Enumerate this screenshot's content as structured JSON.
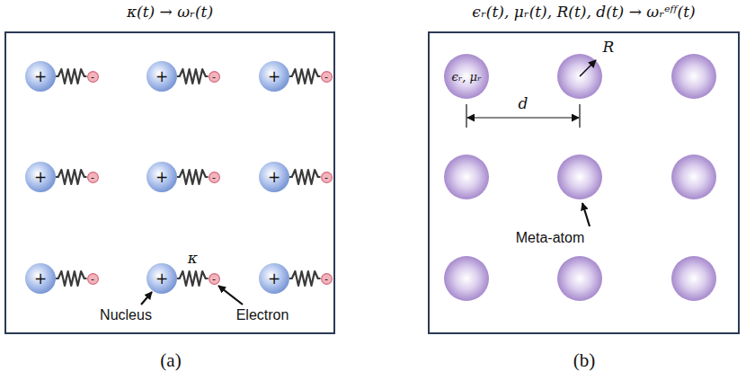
{
  "diagram": {
    "nodes": [
      {
        "text": [
          "κ(t) → ωᵣ(t)"
        ]
      },
      {
        "text": [
          "+"
        ],
        "in": 0
      },
      {
        "text": [
          "-"
        ],
        "in": 0
      },
      {
        "text": [
          "+"
        ],
        "in": 0
      },
      {
        "text": [
          "-"
        ],
        "in": 0
      },
      {
        "text": [
          "+"
        ],
        "in": 0
      },
      {
        "text": [
          "-"
        ],
        "in": 0
      },
      {
        "text": [
          "+"
        ],
        "in": 0
      },
      {
        "text": [
          "-"
        ],
        "in": 0
      },
      {
        "text": [
          "+"
        ],
        "in": 0
      },
      {
        "text": [
          "-"
        ],
        "in": 0
      },
      {
        "text": [
          "+"
        ],
        "in": 0
      },
      {
        "text": [
          "-"
        ],
        "in": 0
      },
      {
        "text": [
          "+"
        ],
        "in": 0
      },
      {
        "text": [
          "-"
        ],
        "in": 0
      },
      {
        "text": [
          "+"
        ],
        "in": 0
      },
      {
        "text": [
          "-"
        ],
        "in": 0
      },
      {
        "text": [
          "+"
        ],
        "in": 0
      },
      {
        "text": [
          "-"
        ],
        "in": 0
      },
      {
        "text": [
          "ϵᵣ(t), μᵣ(t), R(t), d(t) → ωᵣᵉᶠᶠ(t)"
        ]
      },
      {
        "text": [
          "ϵᵣ, μᵣ"
        ],
        "in": 19
      }
    ],
    "edges": [
      {
        "from": 1,
        "to": 2,
        "arrow": "none"
      },
      {
        "from": 3,
        "to": 4,
        "arrow": "none"
      },
      {
        "from": 5,
        "to": 6,
        "arrow": "none"
      },
      {
        "from": 7,
        "to": 8,
        "arrow": "none"
      },
      {
        "from": 9,
        "to": 10,
        "arrow": "none"
      },
      {
        "from": 11,
        "to": 12,
        "arrow": "none"
      },
      {
        "from": 13,
        "to": 14,
        "arrow": "none"
      },
      {
        "from": 15,
        "to": 16,
        "arrow": "none",
        "label": "κ"
      },
      {
        "from": 17,
        "to": 18,
        "arrow": "none"
      }
    ],
    "labels": [
      "Nucleus",
      "Electron",
      "R",
      "d",
      "Meta-atom",
      "(a)",
      "(b)"
    ]
  }
}
